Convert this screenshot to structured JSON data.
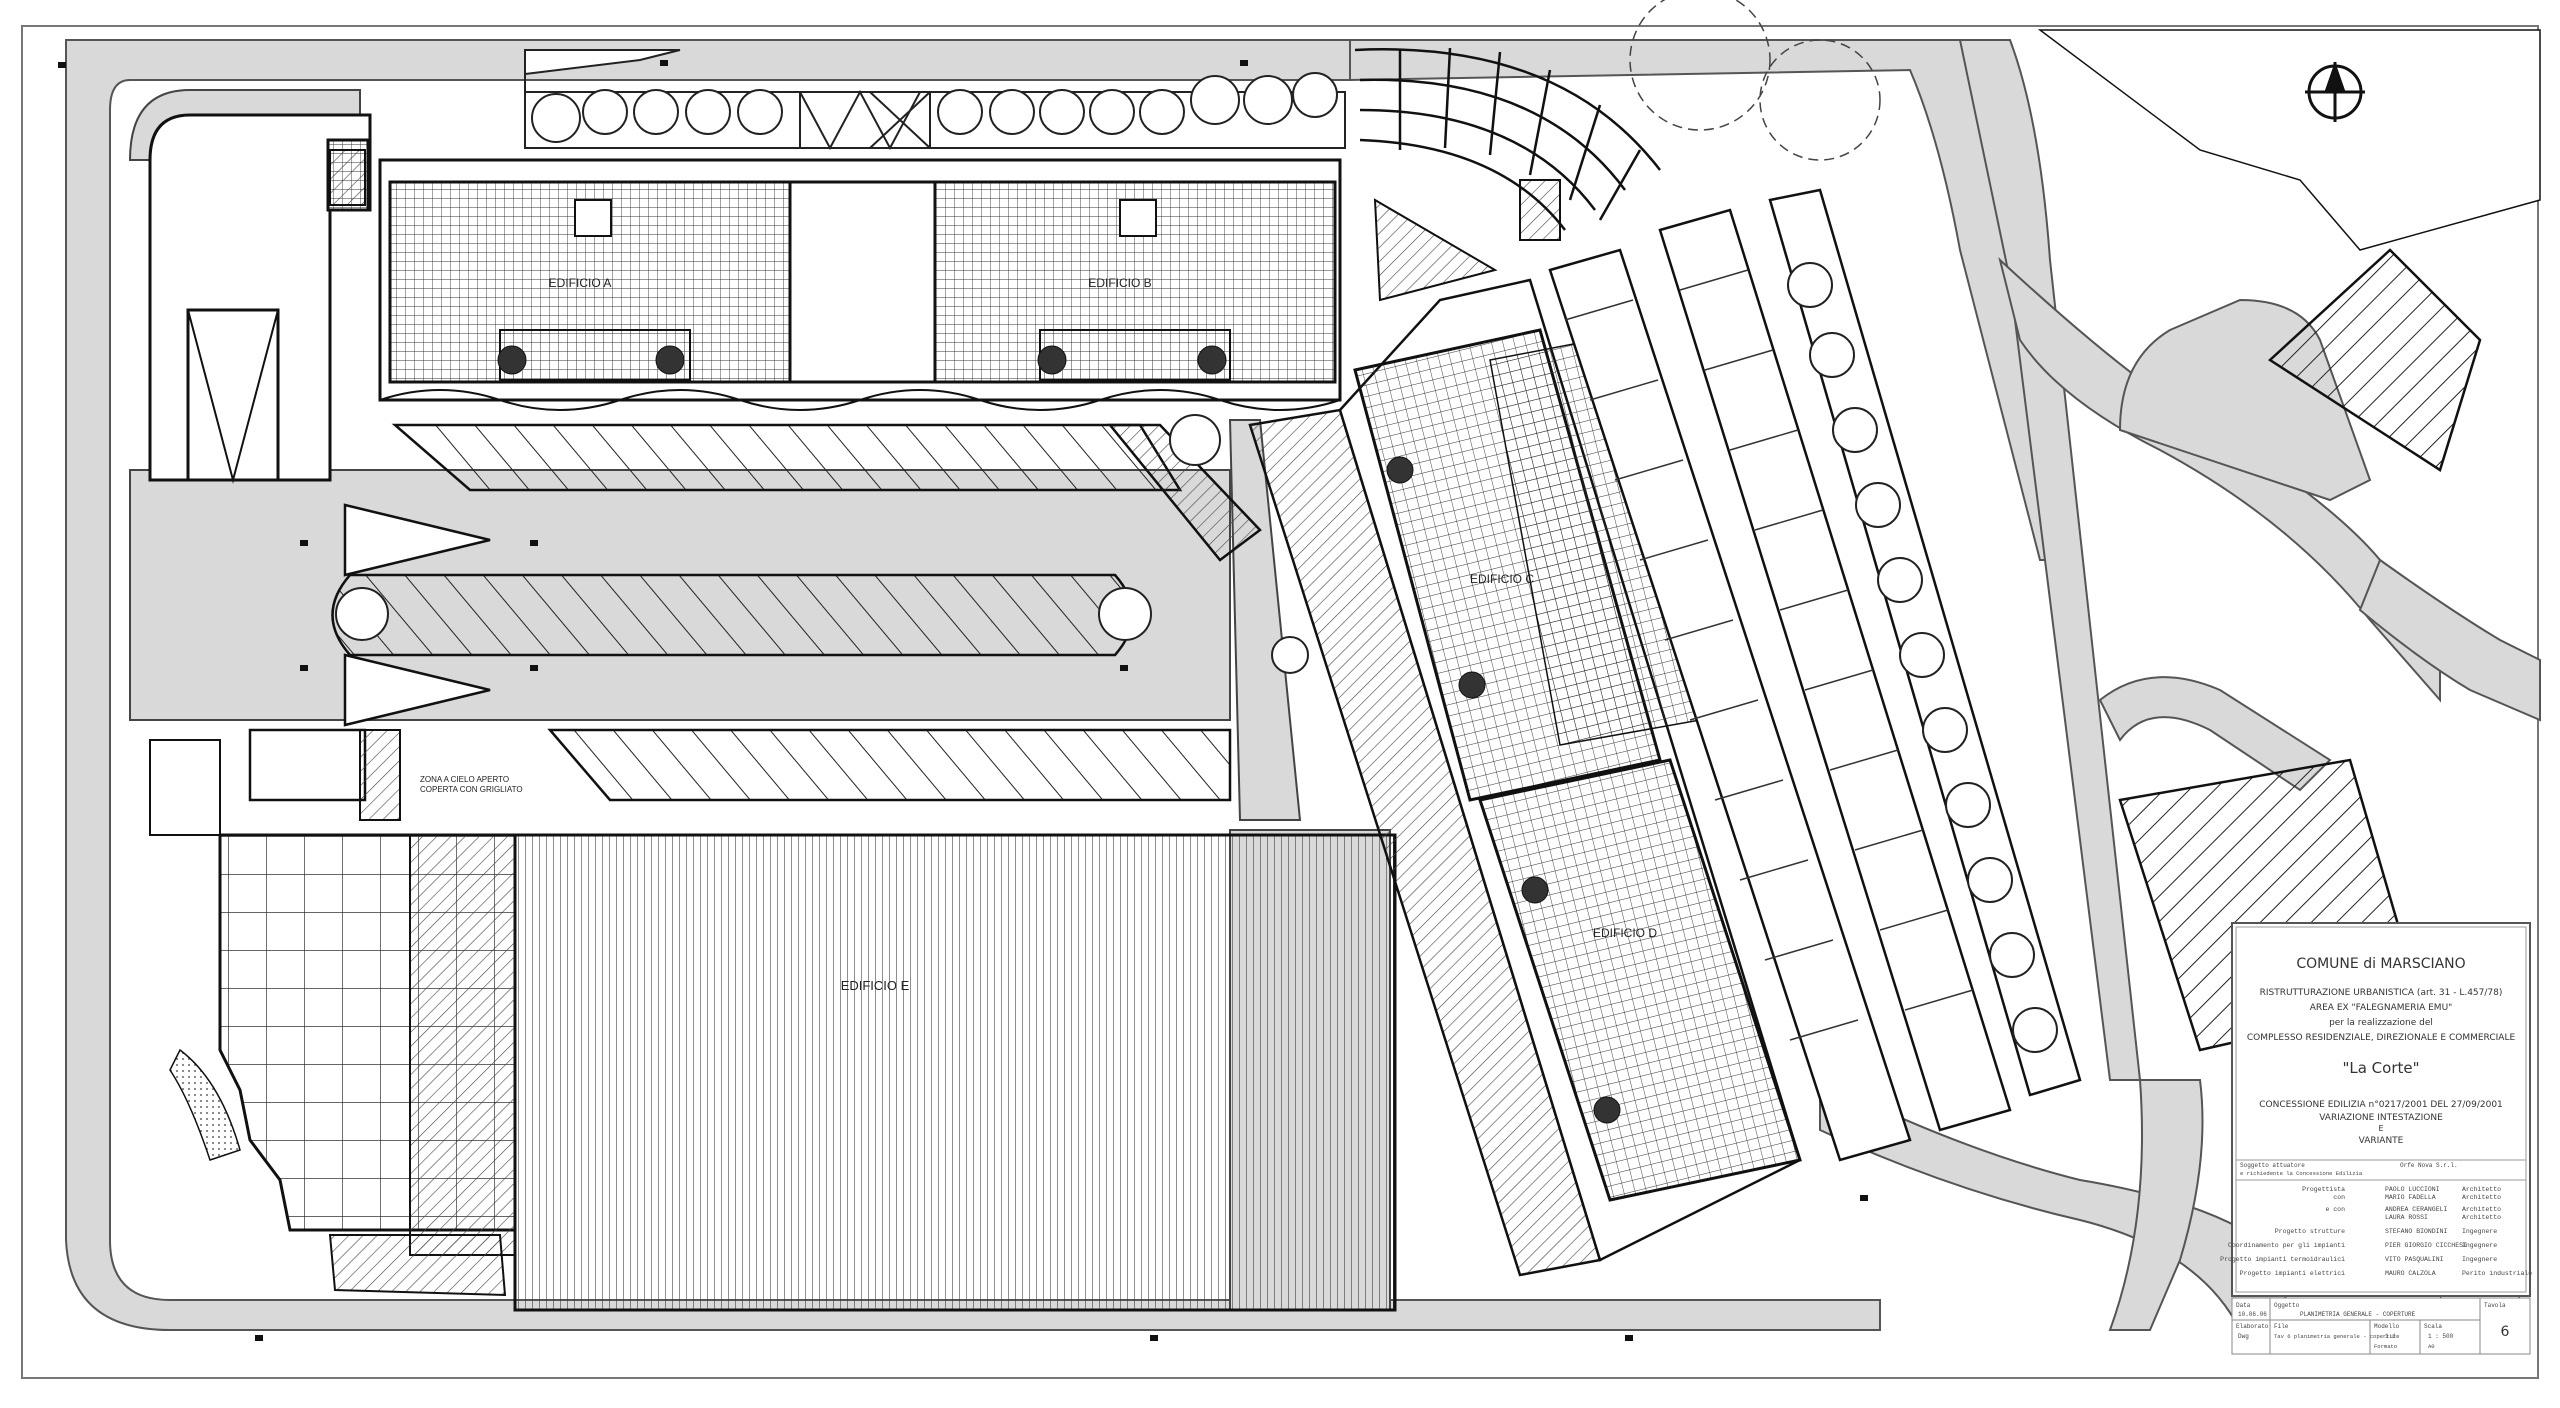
{
  "buildings": {
    "ed_a": "EDIFICIO A",
    "ed_b": "EDIFICIO B",
    "ed_c": "EDIFICIO C",
    "ed_d": "EDIFICIO D",
    "ed_e": "EDIFICIO E"
  },
  "notes": {
    "zone": "ZONA A CIELO APERTO",
    "zone_sub": "COPERTA CON GRIGLIATO"
  },
  "title_block": {
    "municipality": "COMUNE di MARSCIANO",
    "line1": "RISTRUTTURAZIONE URBANISTICA (art. 31 - L.457/78)",
    "line2": "AREA EX \"FALEGNAMERIA EMU\"",
    "line3": "per la realizzazione del",
    "line4": "COMPLESSO RESIDENZIALE, DIREZIONALE E COMMERCIALE",
    "project_name": "\"La Corte\"",
    "concession": "CONCESSIONE EDILIZIA n°0217/2001 DEL 27/09/2001",
    "variation": "VARIAZIONE INTESTAZIONE",
    "and": "E",
    "variant": "VARIANTE",
    "subject_label": "Soggetto attuatore",
    "subject_sub": "e richiedente la Concessione Edilizia",
    "subject_name": "Orfe Nova S.r.l.",
    "credits": [
      {
        "role": "Progettista",
        "name": "PAOLO LUCCIONI",
        "title": "Architetto"
      },
      {
        "role": "con",
        "name": "MARIO FADELLA",
        "title": "Architetto"
      },
      {
        "role": "e con",
        "name": "ANDREA CERANGELI",
        "title": "Architetto"
      },
      {
        "role": "",
        "name": "LAURA ROSSI",
        "title": "Architetto"
      },
      {
        "role": "Progetto strutture",
        "name": "STEFANO BIONDINI",
        "title": "Ingegnere"
      },
      {
        "role": "Coordinamento per gli impianti",
        "name": "PIER GIORGIO CICCHESI",
        "title": "Ingegnere"
      },
      {
        "role": "Progetto impianti termoidraulici",
        "name": "VITO PASQUALINI",
        "title": "Ingegnere"
      },
      {
        "role": "Progetto impianti elettrici",
        "name": "MAURO CALZOLA",
        "title": "Perito industriale"
      }
    ],
    "footer": {
      "date_label": "Data",
      "date_value": "10.06.06",
      "subject_label": "Oggetto",
      "subject_value": "PLANIMETRIA GENERALE - COPERTURE",
      "tavola_label": "Tavola",
      "tavola_value": "6",
      "file_label": "File",
      "file_value": "Tav 6 planimetria generale - coperture",
      "scale_label": "Scala",
      "scale_value": "1 : 500",
      "drawn_label": "Elaborato",
      "drawn_value": "Dwg",
      "model_label": "Modello",
      "model_value": "1:1",
      "format_label": "Formato",
      "format_value": "A0"
    }
  },
  "colors": {
    "road_fill": "#d9d9d9",
    "line": "#1a1a1a",
    "paper": "#ffffff",
    "frame": "#666666"
  },
  "icons": {
    "north": "north-arrow-icon"
  }
}
